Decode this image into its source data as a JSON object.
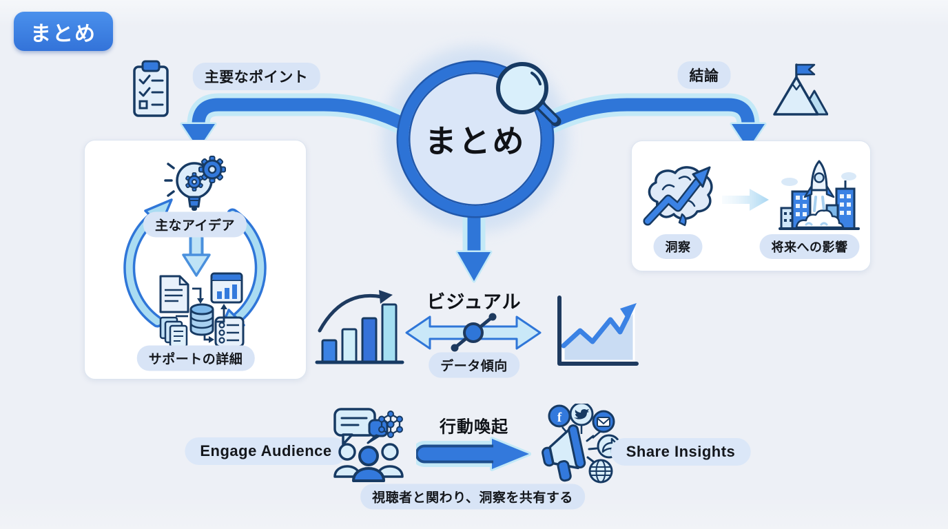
{
  "badge": {
    "label": "まとめ"
  },
  "hub": {
    "title": "まとめ"
  },
  "branches": {
    "key_points_label": "主要なポイント",
    "conclusion_label": "結論"
  },
  "left_card": {
    "main_idea_label": "主なアイデア",
    "supporting_detail_label": "サポートの詳細"
  },
  "right_card": {
    "insight_label": "洞察",
    "future_impact_label": "将来への影響"
  },
  "visual": {
    "title": "ビジュアル",
    "data_trend_label": "データ傾向"
  },
  "bottom": {
    "engage_label": "Engage Audience",
    "cta_label": "行動喚起",
    "share_label": "Share Insights",
    "caption": "視聴者と関わり、洞察を共有する"
  },
  "icons": {
    "hub": "magnifier-icon",
    "key_points": "clipboard-checklist-icon",
    "conclusion": "mountain-flag-icon",
    "main_idea": "lightbulb-gear-icon",
    "cycle": "cycle-arrows-icon",
    "supporting_detail": "documents-database-icon",
    "insight": "brain-growth-icon",
    "future_impact": "rocket-city-icon",
    "visual_left": "bar-chart-icon",
    "visual_center": "trend-connector-icon",
    "visual_right": "line-chart-icon",
    "engage": "people-chat-icon",
    "share": "megaphone-social-icon"
  },
  "colors": {
    "primary_blue": "#3379dc",
    "ring_blue": "#2d73d6",
    "navy_outline": "#173a63",
    "light_blue": "#cfe7f8",
    "pill_bg": "#d8e4f6",
    "arrow_glow": "#c3e9f7",
    "card_bg": "#ffffff",
    "background": "#edf0f6"
  }
}
